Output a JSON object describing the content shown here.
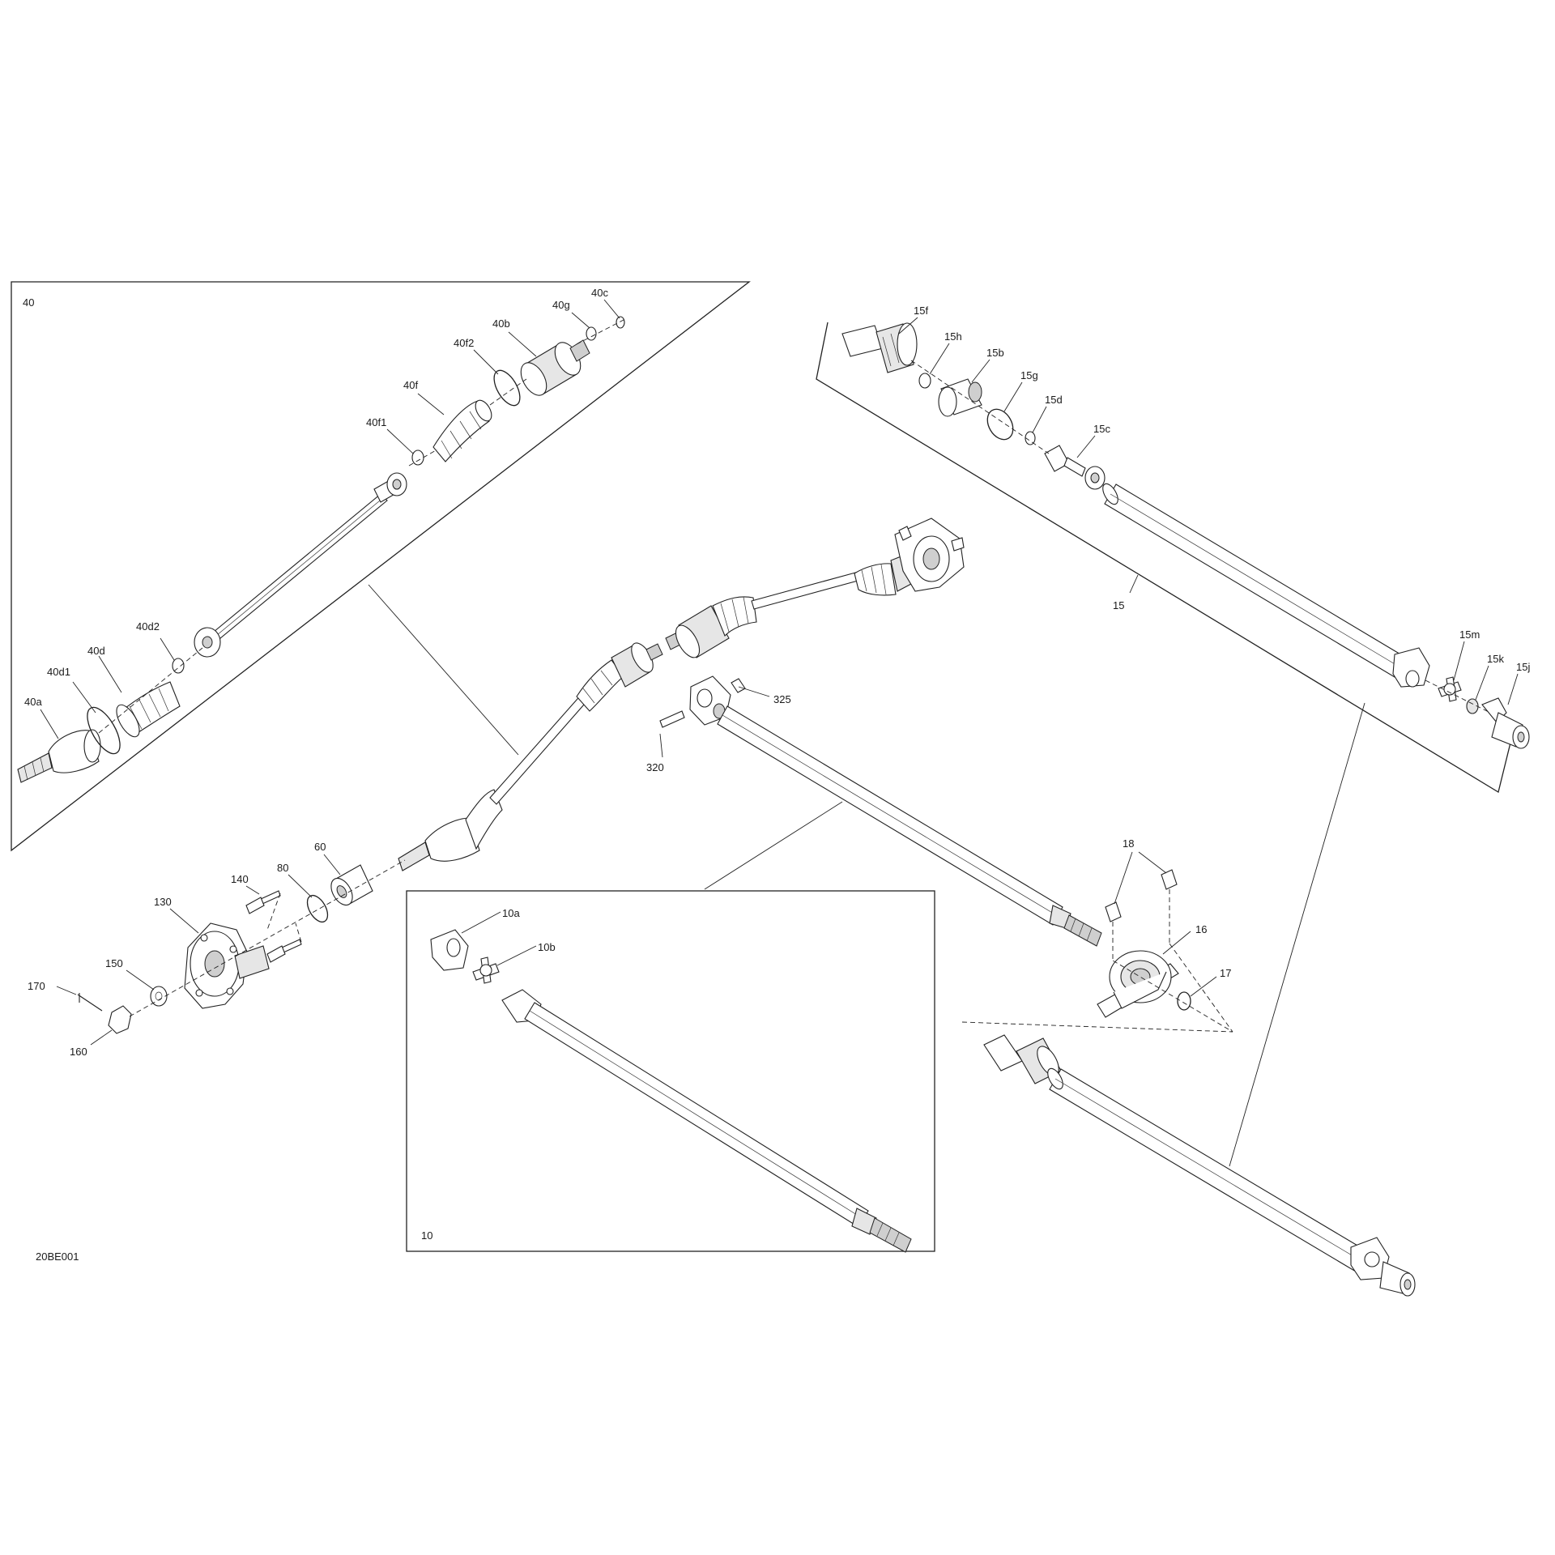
{
  "drawing_code": "20BE001",
  "colors": {
    "line": "#222222",
    "background": "#ffffff"
  },
  "insets": {
    "front_axle_group": "40",
    "prop_shaft_front_group": "10"
  },
  "callouts": {
    "c40a": "40a",
    "c40d1": "40d1",
    "c40d": "40d",
    "c40d2": "40d2",
    "c40f1": "40f1",
    "c40f": "40f",
    "c40f2": "40f2",
    "c40b": "40b",
    "c40g": "40g",
    "c40c": "40c",
    "c15f": "15f",
    "c15h": "15h",
    "c15b": "15b",
    "c15g": "15g",
    "c15d": "15d",
    "c15c": "15c",
    "c15": "15",
    "c15m": "15m",
    "c15k": "15k",
    "c15j": "15j",
    "c325": "325",
    "c320": "320",
    "c18": "18",
    "c16": "16",
    "c17": "17",
    "c60": "60",
    "c80": "80",
    "c140": "140",
    "c130": "130",
    "c150": "150",
    "c170": "170",
    "c160": "160",
    "c10a": "10a",
    "c10b": "10b"
  }
}
